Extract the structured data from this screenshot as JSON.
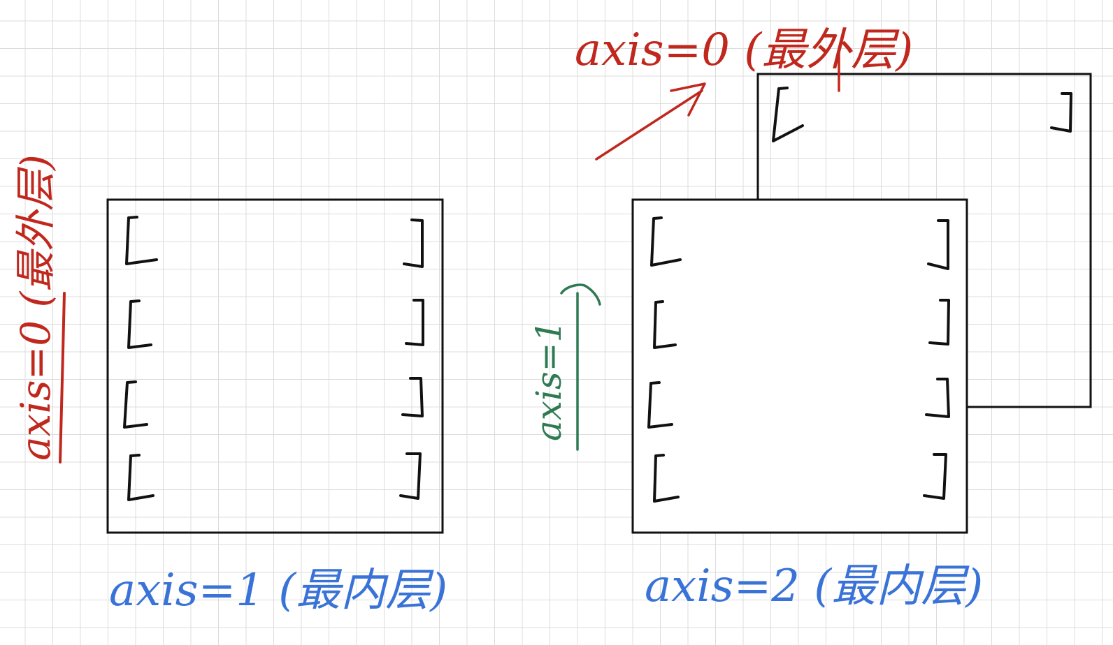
{
  "labels": {
    "axis0_left": "axis=0 (最外层)",
    "axis0_right": "axis=0 (最外层)",
    "axis1_left": "axis=1 (最内层)",
    "axis1_right": "axis=1",
    "axis2_right": "axis=2 (最内层)"
  },
  "colors": {
    "outer_axis": "#c0281e",
    "middle_axis": "#2e7a52",
    "inner_axis": "#3a73d8",
    "ink": "#111111"
  },
  "diagram": {
    "left_matrix_rows": 4,
    "right_front_matrix_rows": 4,
    "right_back_matrix_rows": 1,
    "bracket_open": "[",
    "bracket_close": "]"
  }
}
